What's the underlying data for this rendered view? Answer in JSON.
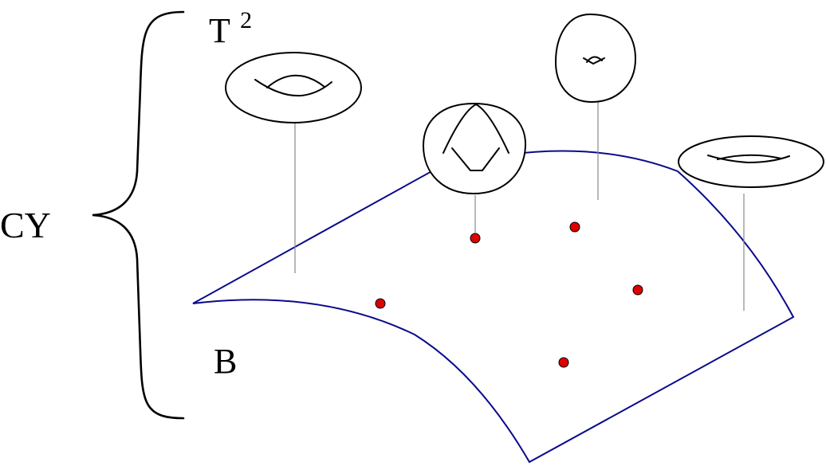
{
  "labels": {
    "total_space": "CY",
    "fiber_base": "T",
    "fiber_exponent": "2",
    "base": "B"
  },
  "colors": {
    "base_outline": "#0a0a8c",
    "singular_point": "#dd0000",
    "fiber_line": "#8a8a8a",
    "ink": "#000000"
  },
  "singular_points_count": 5,
  "torus_fibers_count": 4
}
